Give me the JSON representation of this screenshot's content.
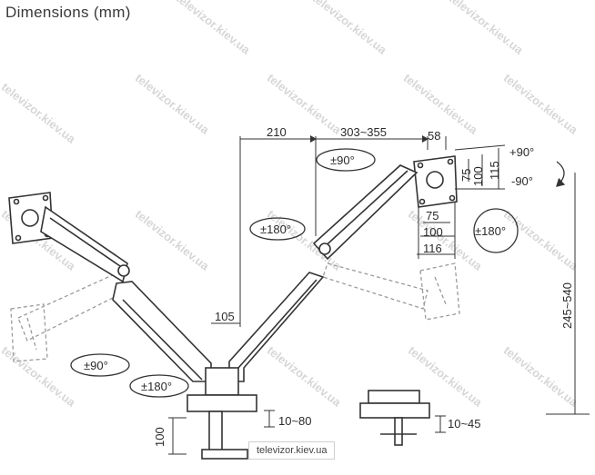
{
  "title": "Dimensions (mm)",
  "dimensions": {
    "reach_210": "210",
    "range_303_355": "303~355",
    "offset_58": "58",
    "rot_plus90": "+90°",
    "rot_minus90": "-90°",
    "tilt_pm90": "±90°",
    "swivel_pm180_top": "±180°",
    "swivel_pm180_right": "±180°",
    "vesa_75_v": "75",
    "vesa_100_v": "100",
    "vesa_115_v": "115",
    "vesa_75_h": "75",
    "vesa_100_h": "100",
    "vesa_116_h": "116",
    "offset_105": "105",
    "height_245_540": "245~540",
    "tilt_pm90_left": "±90°",
    "swivel_pm180_left": "±180°",
    "base_100": "100",
    "clamp_10_80": "10~80",
    "grommet_10_45": "10~45"
  },
  "watermark": "televizor.kiev.ua",
  "badge": "televizor.kiev.ua"
}
